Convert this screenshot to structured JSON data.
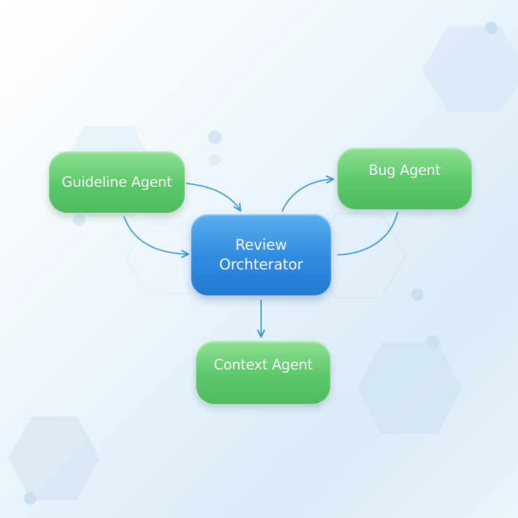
{
  "nodes": {
    "guideline": "Guideline Agent",
    "bug": "Bug Agent",
    "orchestrator": "Review\nOrchterator",
    "context": "Context Agent"
  },
  "colors": {
    "agent_green": "#5cc86a",
    "orchestrator_blue": "#2f8be0",
    "arrow_blue": "#3a93d8"
  }
}
